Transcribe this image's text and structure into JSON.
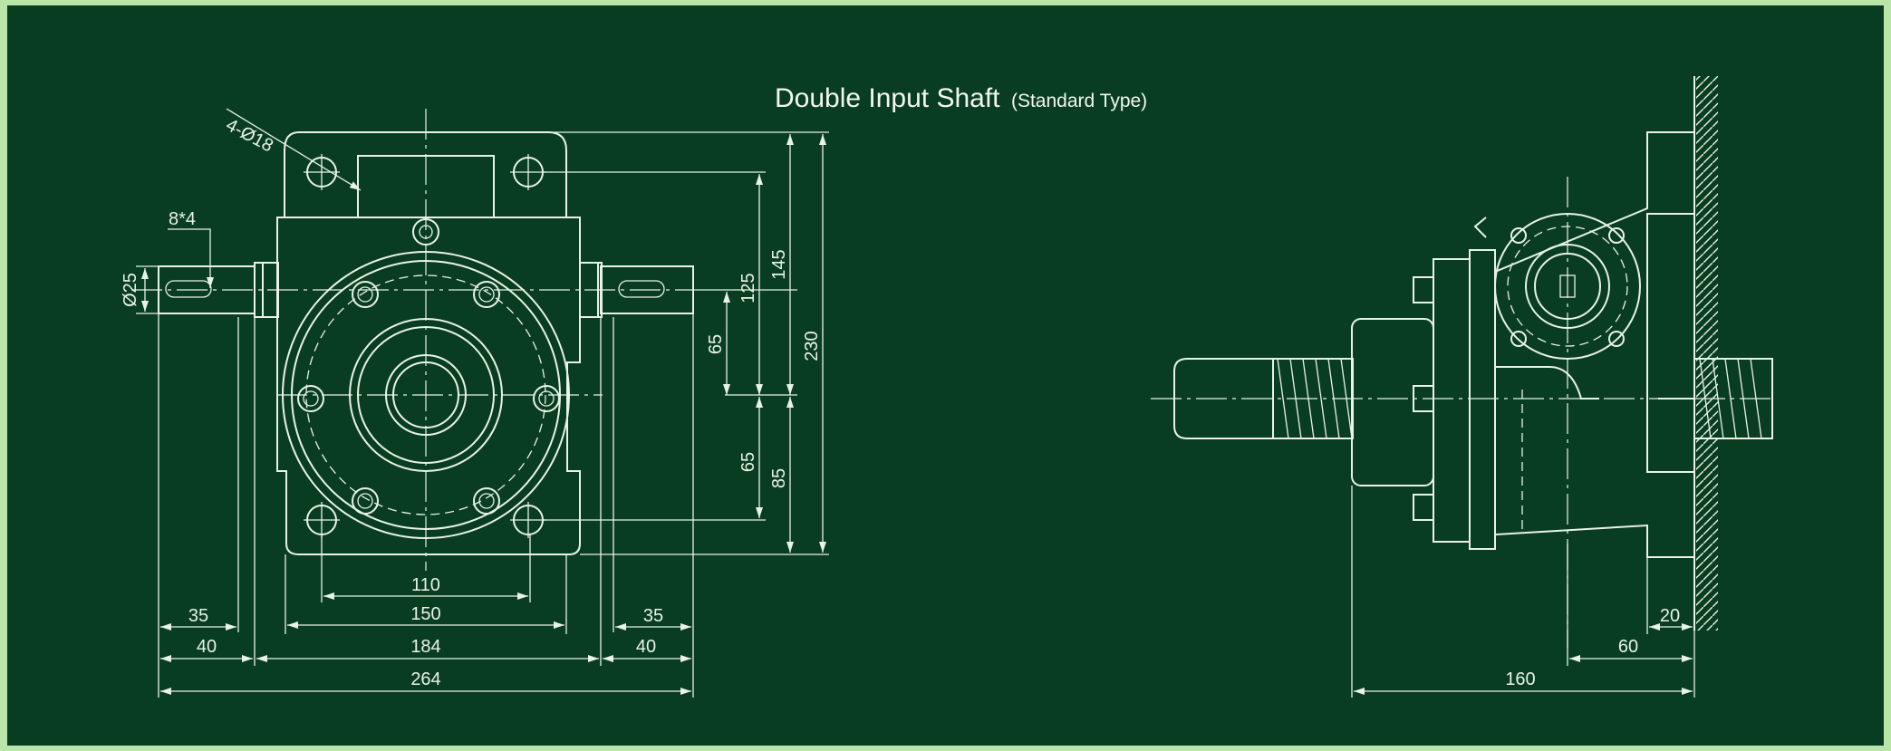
{
  "title": {
    "main": "Double Input Shaft",
    "sub": "(Standard Type)"
  },
  "colors": {
    "background": "#093d21",
    "border": "#b9e6a8",
    "line": "#e8f3e4"
  },
  "front_view": {
    "dimensions": {
      "hole_callout": "4-Ø18",
      "keyway": "8*4",
      "shaft_dia": "Ø25",
      "width_110": "110",
      "width_150": "150",
      "width_184": "184",
      "overall_264": "264",
      "left_35": "35",
      "left_40": "40",
      "right_35": "35",
      "right_40": "40",
      "upper_65": "65",
      "lower_65": "65",
      "height_125": "125",
      "height_145": "145",
      "height_85": "85",
      "height_230": "230"
    }
  },
  "side_view": {
    "dimensions": {
      "depth_160": "160",
      "depth_60": "60",
      "flange_20": "20"
    }
  }
}
